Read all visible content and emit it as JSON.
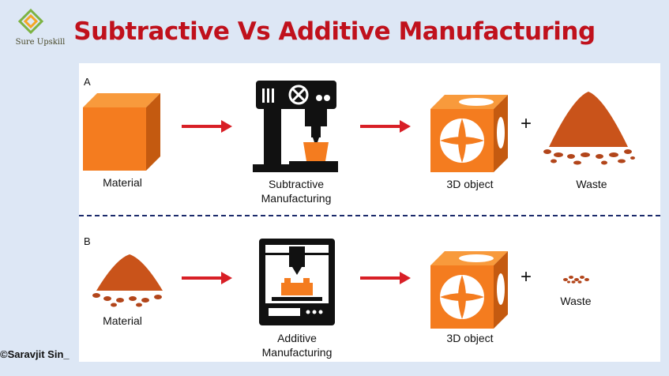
{
  "logo": {
    "text": "Sure Upskill",
    "color_a": "#7cb342",
    "color_b": "#f5a623"
  },
  "title": "Subtractive Vs Additive Manufacturing",
  "colors": {
    "title": "#c0111c",
    "arrow": "#d81f26",
    "orange": "#f47c1f",
    "waste": "#c9531a",
    "divider": "#1b2a6b"
  },
  "section_a": {
    "letter": "A",
    "material": "Material",
    "process_line1": "Subtractive",
    "process_line2": "Manufacturing",
    "object": "3D object",
    "plus": "+",
    "waste": "Waste"
  },
  "section_b": {
    "letter": "B",
    "material": "Material",
    "process_line1": "Additive",
    "process_line2": "Manufacturing",
    "object": "3D object",
    "plus": "+",
    "waste": "Waste"
  },
  "copyright": "©Saravjit Sin_"
}
